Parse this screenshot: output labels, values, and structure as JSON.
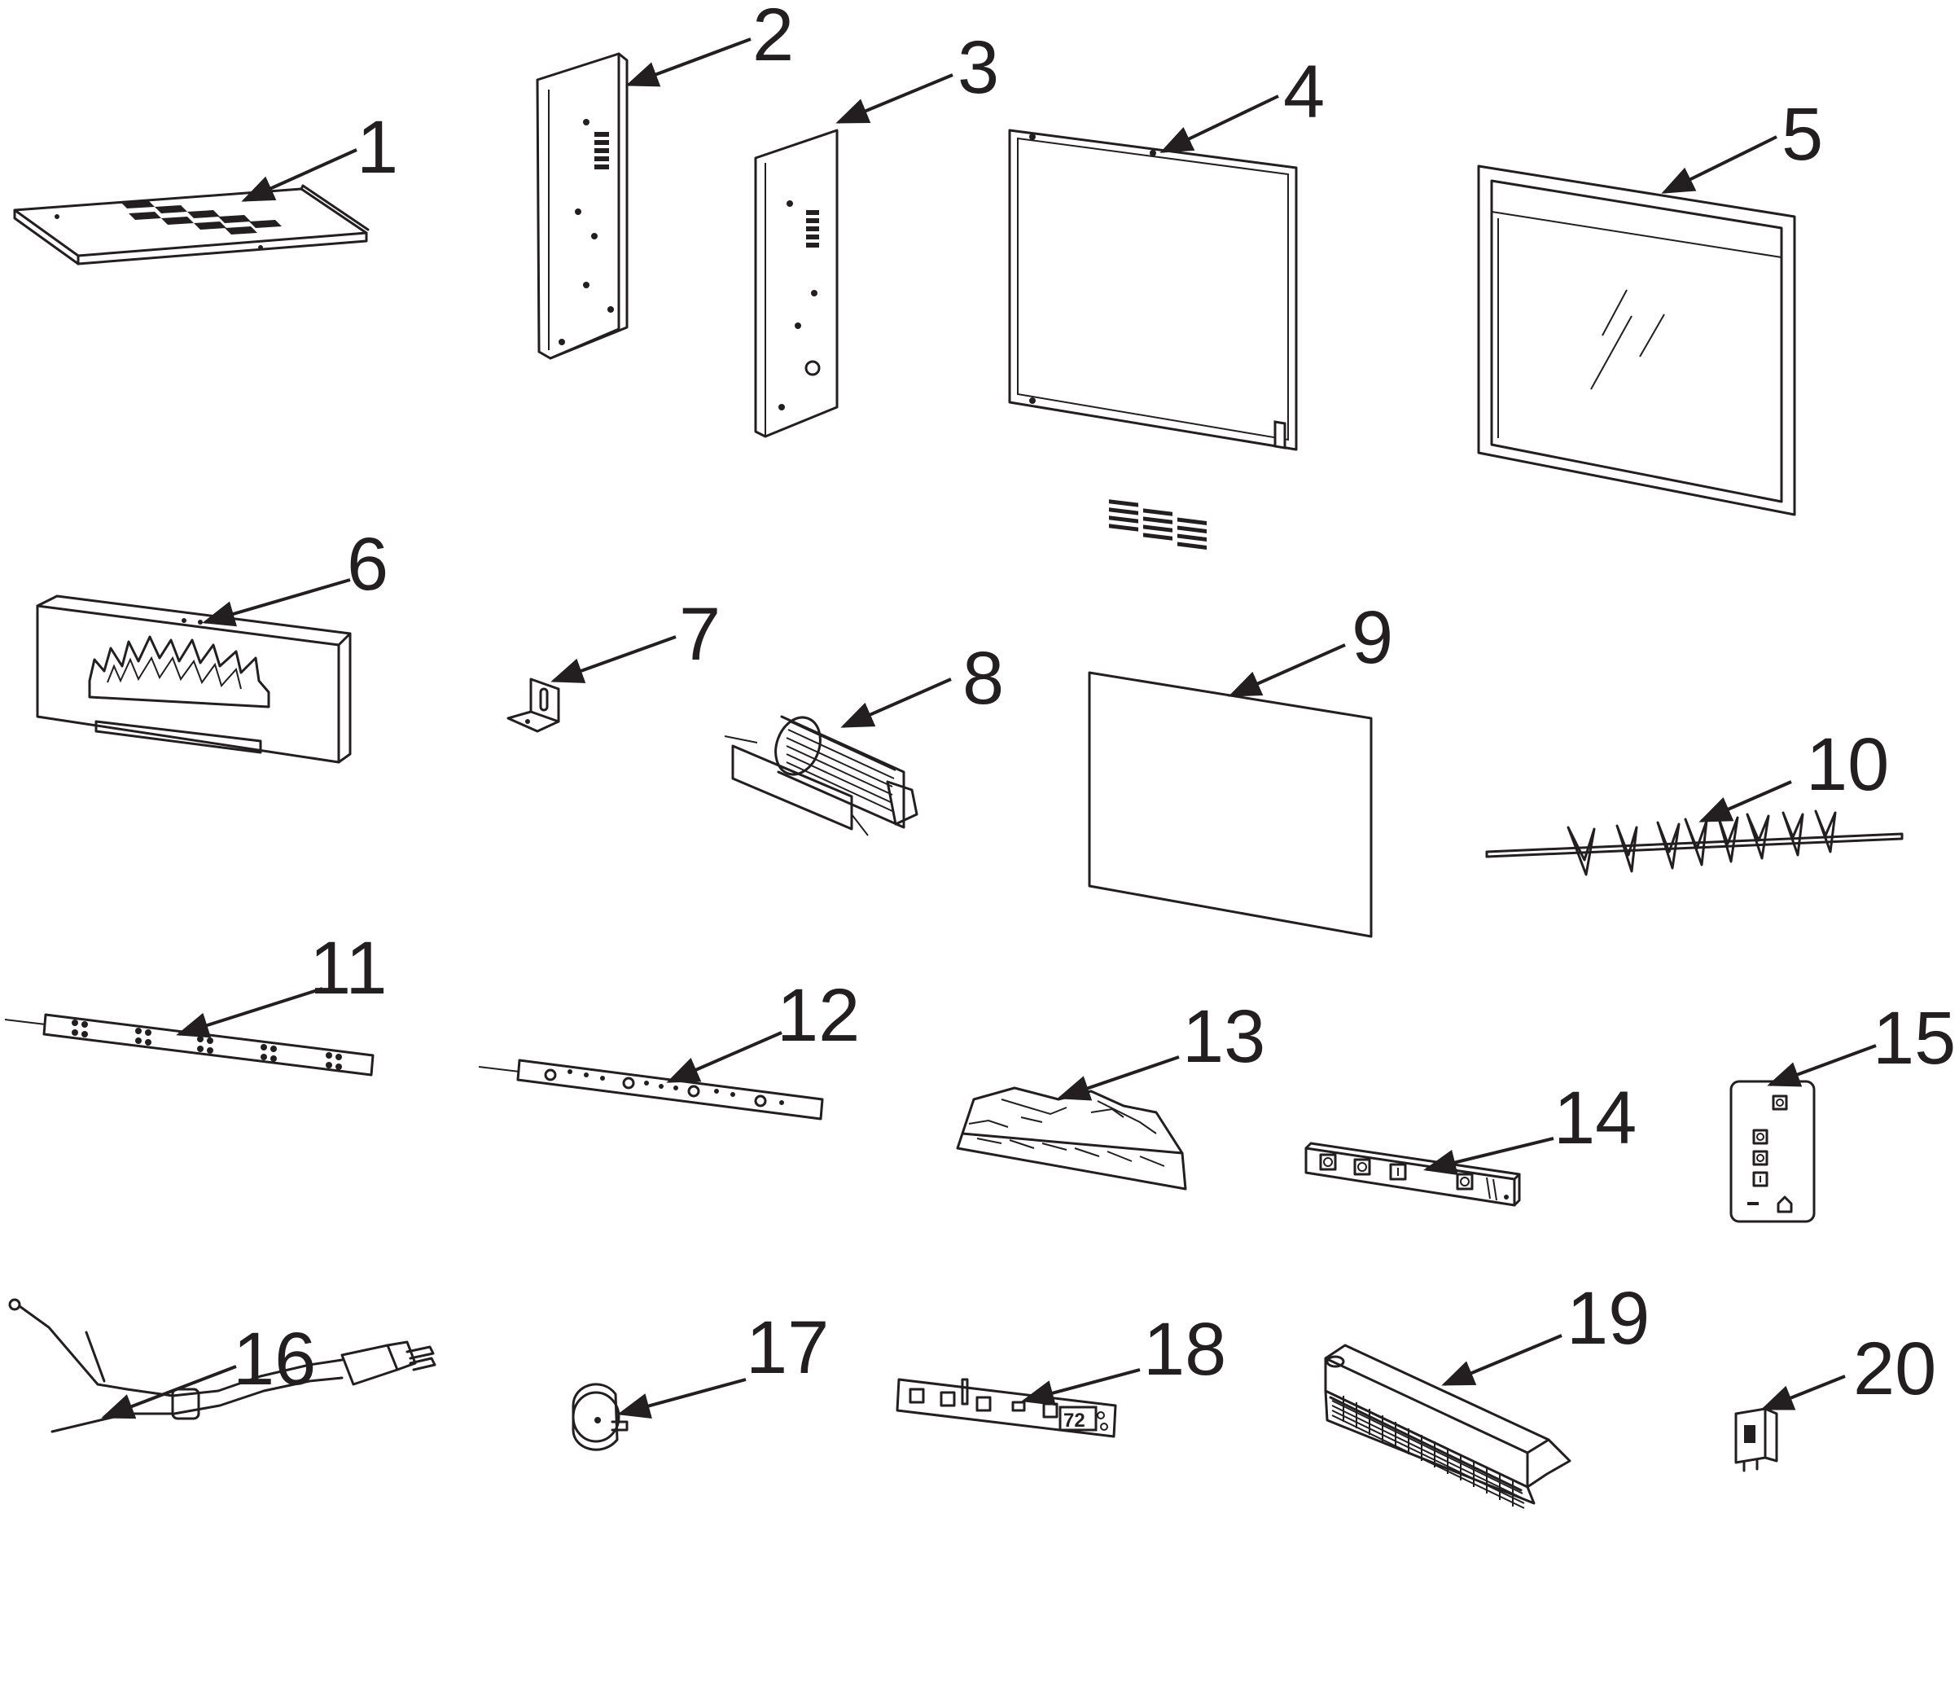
{
  "diagram": {
    "parts": [
      {
        "label": "1"
      },
      {
        "label": "2"
      },
      {
        "label": "3"
      },
      {
        "label": "4"
      },
      {
        "label": "5"
      },
      {
        "label": "6"
      },
      {
        "label": "7"
      },
      {
        "label": "8"
      },
      {
        "label": "9"
      },
      {
        "label": "10"
      },
      {
        "label": "11"
      },
      {
        "label": "12"
      },
      {
        "label": "13"
      },
      {
        "label": "14"
      },
      {
        "label": "15"
      },
      {
        "label": "16"
      },
      {
        "label": "17"
      },
      {
        "label": "18"
      },
      {
        "label": "19"
      },
      {
        "label": "20"
      }
    ],
    "display_readout": "72",
    "colors": {
      "ink": "#231f20",
      "background": "#ffffff"
    }
  }
}
